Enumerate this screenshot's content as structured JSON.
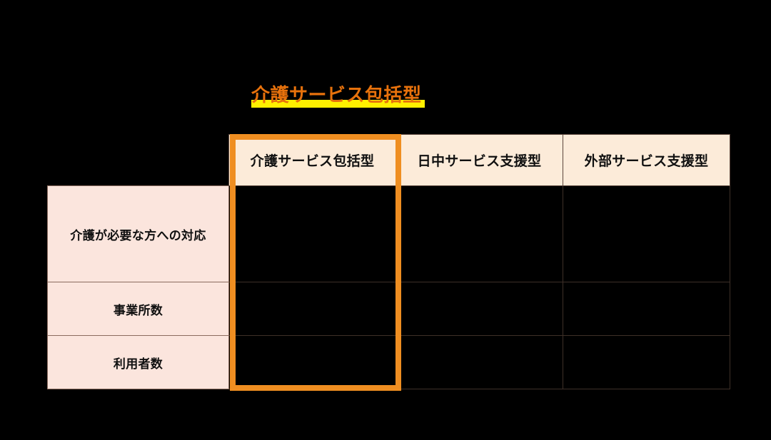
{
  "slide": {
    "background_color": "#000000",
    "title": "介護サービス包括型",
    "title_color": "#E8720C",
    "title_highlight_color": "#FFF000",
    "accent_color": "#EF8E21"
  },
  "table": {
    "corner_label": "",
    "columns": [
      {
        "label": "介護サービス包括型",
        "highlighted": true
      },
      {
        "label": "日中サービス支援型",
        "highlighted": false
      },
      {
        "label": "外部サービス支援型",
        "highlighted": false
      }
    ],
    "rows": [
      {
        "label": "介護が必要な方への対応",
        "cells": [
          "",
          "",
          ""
        ]
      },
      {
        "label": "事業所数",
        "cells": [
          "",
          "",
          ""
        ]
      },
      {
        "label": "利用者数",
        "cells": [
          "",
          "",
          ""
        ]
      }
    ]
  }
}
